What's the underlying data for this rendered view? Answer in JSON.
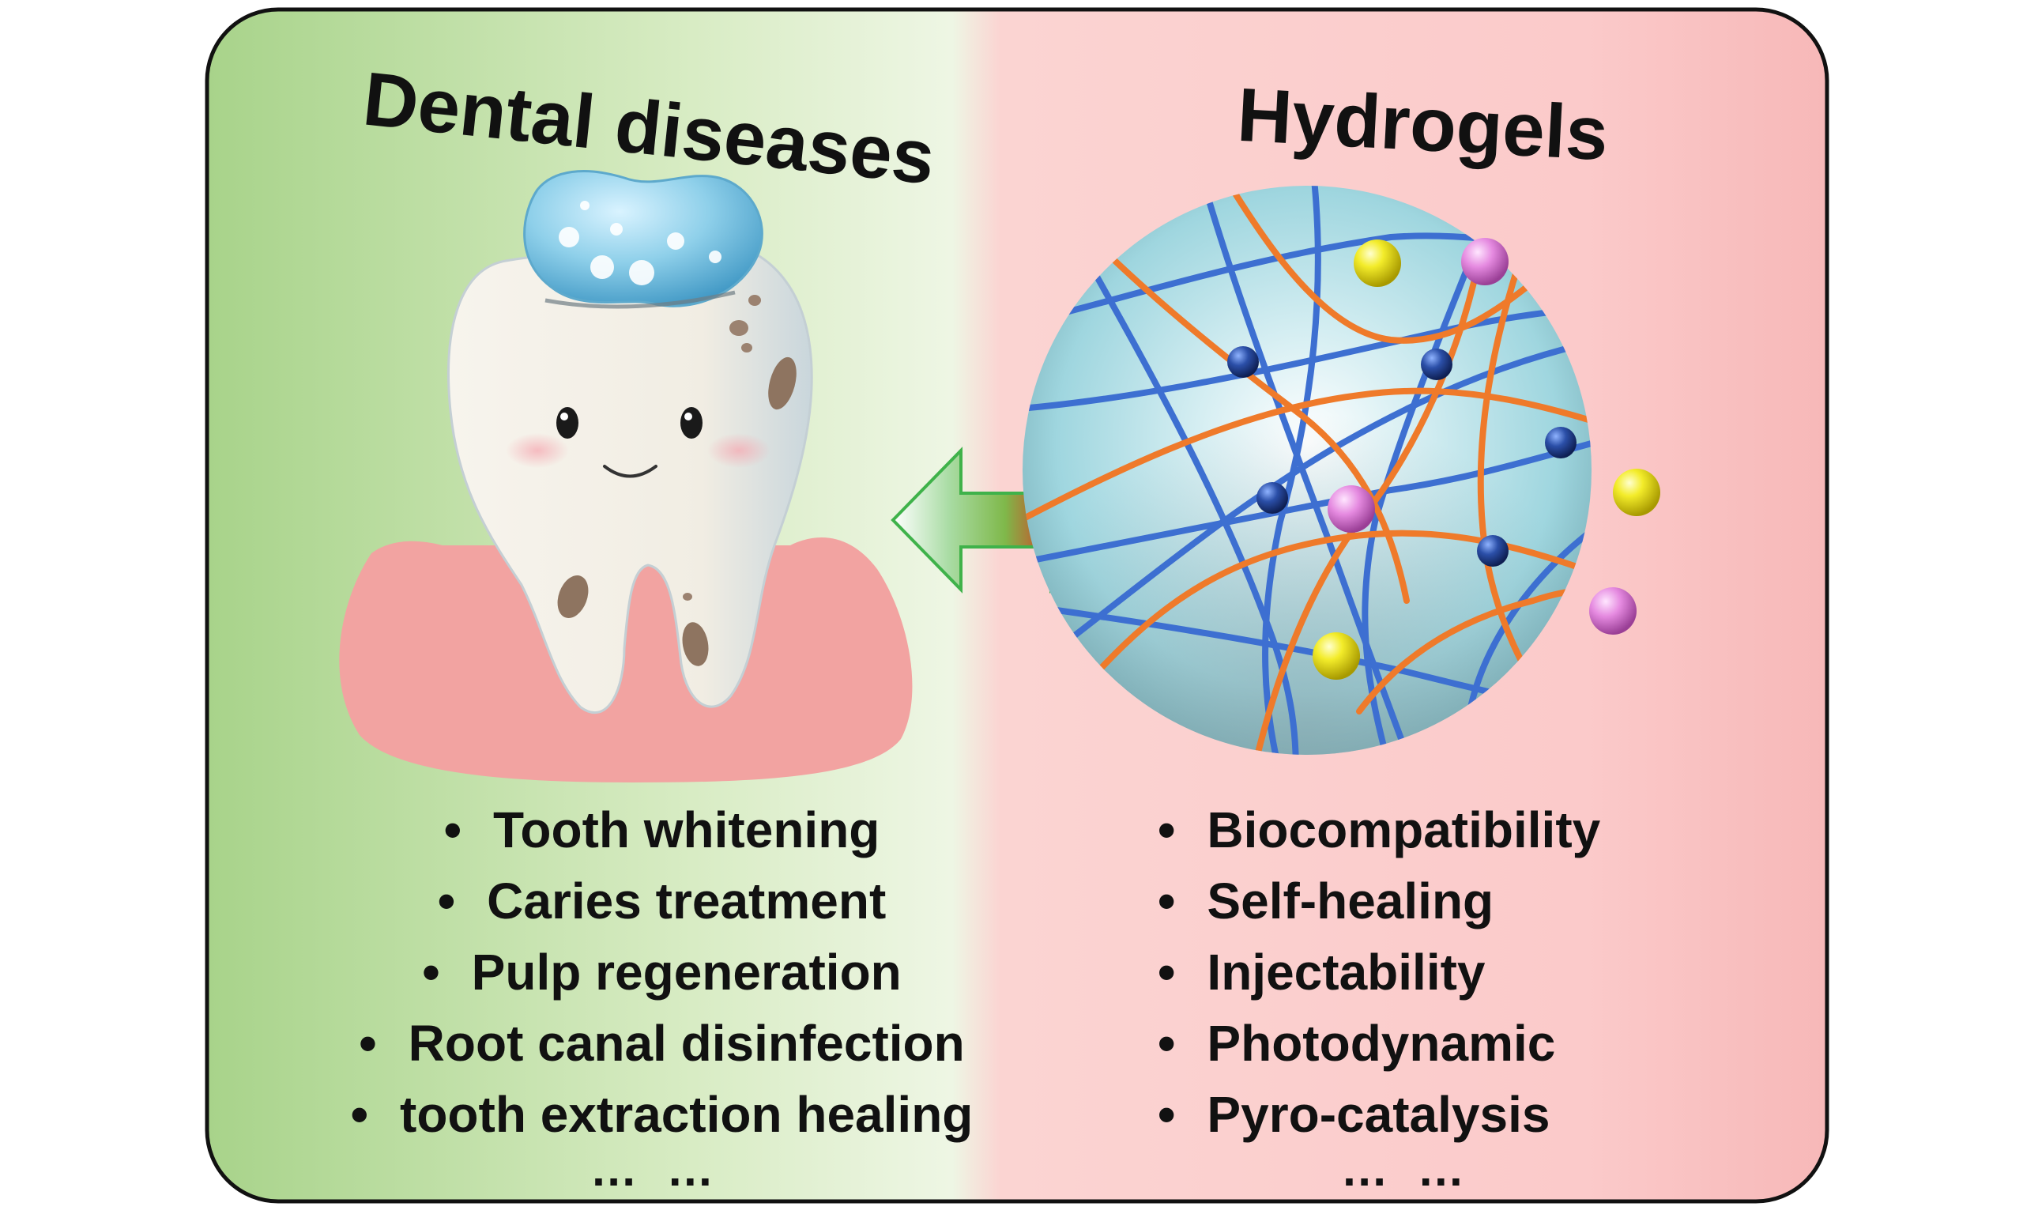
{
  "left_panel": {
    "title": "Dental diseases",
    "items": [
      "Tooth whitening",
      "Caries treatment",
      "Pulp regeneration",
      "Root canal disinfection",
      "tooth extraction healing"
    ],
    "ellipsis": "… …"
  },
  "right_panel": {
    "title": "Hydrogels",
    "items": [
      "Biocompatibility",
      "Self-healing",
      "Injectability",
      "Photodynamic",
      "Pyro-catalysis"
    ],
    "ellipsis": "… …"
  },
  "bullet": "•",
  "colors": {
    "left_background": "#a8d38a",
    "right_background": "#f7b8b8",
    "gum": "#f2a3a1",
    "tooth": "#f4f1ea",
    "gel": "#8fd0ea",
    "network_blue": "#3d6fd1",
    "network_orange": "#ef7a2a",
    "arrow_green": "#3fb24a",
    "arrow_red": "#e8241c"
  }
}
